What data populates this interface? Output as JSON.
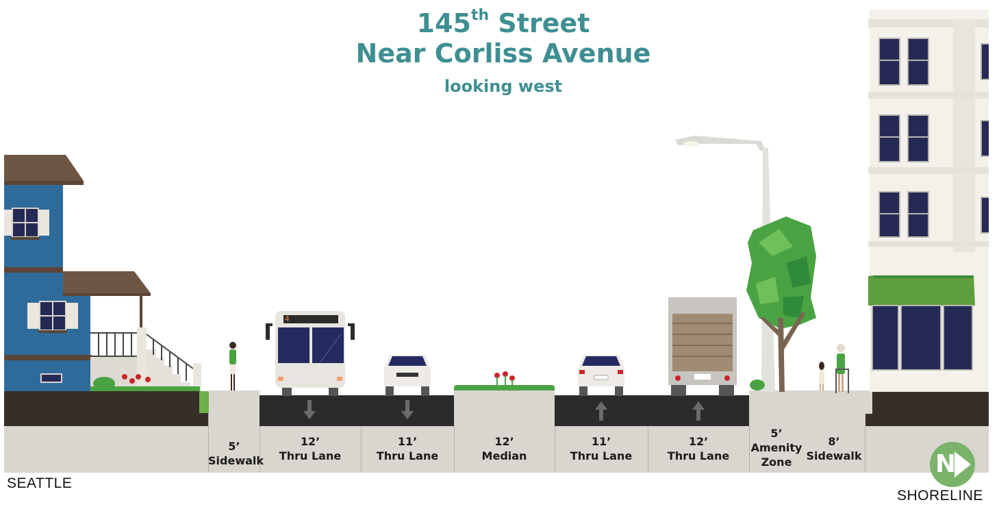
{
  "header": {
    "title_number": "145",
    "title_suffix": "th",
    "title_rest": " Street",
    "subtitle": "Near Corliss Avenue",
    "direction": "looking west"
  },
  "segments": [
    {
      "width": "5’",
      "name": "Sidewalk"
    },
    {
      "width": "12’",
      "name": "Thru Lane",
      "direction": "down"
    },
    {
      "width": "11’",
      "name": "Thru Lane",
      "direction": "down"
    },
    {
      "width": "12’",
      "name": "Median"
    },
    {
      "width": "11’",
      "name": "Thru Lane",
      "direction": "up"
    },
    {
      "width": "12’",
      "name": "Thru Lane",
      "direction": "up"
    },
    {
      "width": "5’",
      "name": "Amenity",
      "name2": "Zone"
    },
    {
      "width": "8’",
      "name": "Sidewalk"
    }
  ],
  "labels": {
    "left_city": "SEATTLE",
    "right_city": "SHORELINE",
    "north_letter": "N"
  },
  "bus": {
    "route": "4"
  },
  "colors": {
    "title": "#3f8f92",
    "asphalt": "#2b2b2b",
    "ground": "#372e28",
    "concrete": "#d9d5cf",
    "house_blue": "#2f6b9a",
    "roof_brown": "#6e5644",
    "tree_green": "#4aa342",
    "awning_green": "#5f9e3f",
    "north_badge": "#7ab36a"
  }
}
